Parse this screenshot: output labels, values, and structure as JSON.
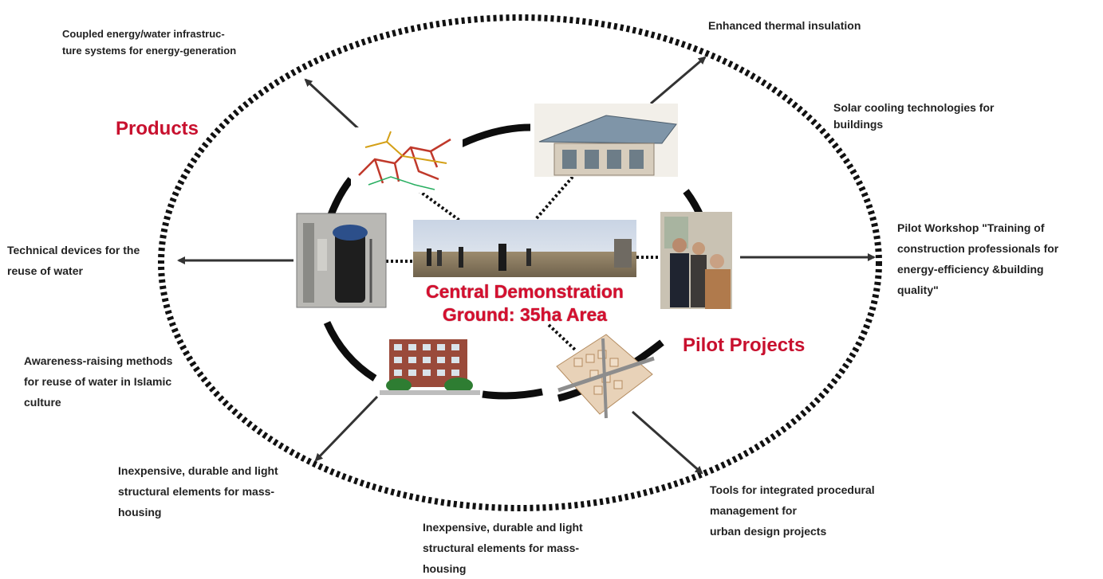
{
  "labels": {
    "coupled": "Coupled energy/water infrastruc-\nture systems for energy-generation",
    "thermal": "Enhanced thermal insulation",
    "solar": "Solar cooling technologies for\nbuildings",
    "workshop": "Pilot Workshop \"Training of\nconstruction professionals for\nenergy-efficiency &building\nquality\"",
    "technical": "Technical devices for the\nreuse of water",
    "awareness": "Awareness-raising methods\nfor reuse of water in Islamic\nculture",
    "structural_left": "Inexpensive, durable and light\nstructural elements for mass-\nhousing",
    "structural_bottom": "Inexpensive, durable and light\nstructural elements for mass-\nhousing",
    "tools": "Tools for integrated procedural\nmanagement for\nurban design projects"
  },
  "products_label": "Products",
  "pilot_projects_label": "Pilot Projects",
  "center_title": "Central Demonstration\nGround: 35ha Area",
  "colors": {
    "accent_red": "#c8102e",
    "text": "#222222",
    "ring": "#111111"
  },
  "photos": [
    {
      "id": "infrastructure-map",
      "kind": "network map"
    },
    {
      "id": "solar-building",
      "kind": "building with solar roof"
    },
    {
      "id": "water-device",
      "kind": "water treatment device"
    },
    {
      "id": "demo-ground",
      "kind": "landscape panorama"
    },
    {
      "id": "workshop-people",
      "kind": "group of people"
    },
    {
      "id": "apartment-building",
      "kind": "apartment block"
    },
    {
      "id": "urban-plan",
      "kind": "urban plan model"
    }
  ]
}
